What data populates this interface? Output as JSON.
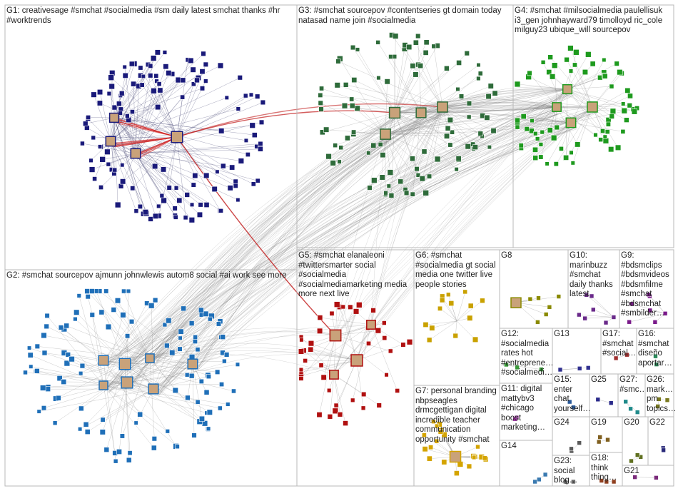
{
  "groups": [
    {
      "id": "G1",
      "label": "G1: creativesage #smchat #socialmedia #sm daily latest smchat thanks #hr #worktrends",
      "color": "#1a1a7a"
    },
    {
      "id": "G2",
      "label": "G2: #smchat sourcepov ajmunn johnwlewis autom8 social #ai work see more",
      "color": "#1f6fb8"
    },
    {
      "id": "G3",
      "label": "G3: #smchat sourcepov #contentseries gt domain today natasad name join #socialmedia",
      "color": "#2e6b3a"
    },
    {
      "id": "G4",
      "label": "G4: #smchat #milsocialmedia paulellisuk i3_gen johnhayward79 timolloyd ric_cole milguy23 ubique_will sourcepov",
      "color": "#1e9a1e"
    },
    {
      "id": "G5",
      "label": "G5: #smchat elanaleoni #twittersmarter social #socialmedia #socialmediamarketing media more next live",
      "color": "#b01010"
    },
    {
      "id": "G6",
      "label": "G6: #smchat #socialmedia gt social media one twitter live people stories",
      "color": "#c9a100"
    },
    {
      "id": "G7",
      "label": "G7: personal branding nbpseagles drmcgettigan digital incredible teacher communication opportunity #smchat",
      "color": "#d4a400"
    },
    {
      "id": "G8",
      "label": "G8",
      "color": "#8a8a00"
    },
    {
      "id": "G9",
      "label": "G9: #bdsmclips #bdsmvideos #bdsmfilme #smchat #bdsmchat #smbilder…",
      "color": "#7a1a8a"
    },
    {
      "id": "G10",
      "label": "G10: marinbuzz #smchat daily thanks latest",
      "color": "#6a2a8a"
    },
    {
      "id": "G11",
      "label": "G11: digital mattybv3 #chicago boost marketing…",
      "color": "#9a2aa0"
    },
    {
      "id": "G12",
      "label": "G12: #socialmedia rates hot #entreprene… #socialmedi…",
      "color": "#3a9a3a"
    },
    {
      "id": "G13",
      "label": "G13",
      "color": "#303090"
    },
    {
      "id": "G14",
      "label": "G14",
      "color": "#3a7ab0"
    },
    {
      "id": "G15",
      "label": "G15: enter chat yourself…",
      "color": "#2a5a9a"
    },
    {
      "id": "G16",
      "label": "G16: #smchat diseño aportar…",
      "color": "#2a8a5a"
    },
    {
      "id": "G17",
      "label": "G17: #smchat #social…",
      "color": "#a03030"
    },
    {
      "id": "G18",
      "label": "G18: think thing…",
      "color": "#904020"
    },
    {
      "id": "G19",
      "label": "G19",
      "color": "#806020"
    },
    {
      "id": "G20",
      "label": "G20",
      "color": "#607020"
    },
    {
      "id": "G21",
      "label": "G21",
      "color": "#7a2a7a"
    },
    {
      "id": "G22",
      "label": "G22",
      "color": "#2a2a7a"
    },
    {
      "id": "G23",
      "label": "G23: social blog…",
      "color": "#6a6a6a"
    },
    {
      "id": "G24",
      "label": "G24",
      "color": "#5a5a5a"
    },
    {
      "id": "G25",
      "label": "G25",
      "color": "#2a2a8a"
    },
    {
      "id": "G26",
      "label": "G26: mark… pm topics…",
      "color": "#7a7a20"
    },
    {
      "id": "G27",
      "label": "G27: #smc…",
      "color": "#208a8a"
    }
  ]
}
